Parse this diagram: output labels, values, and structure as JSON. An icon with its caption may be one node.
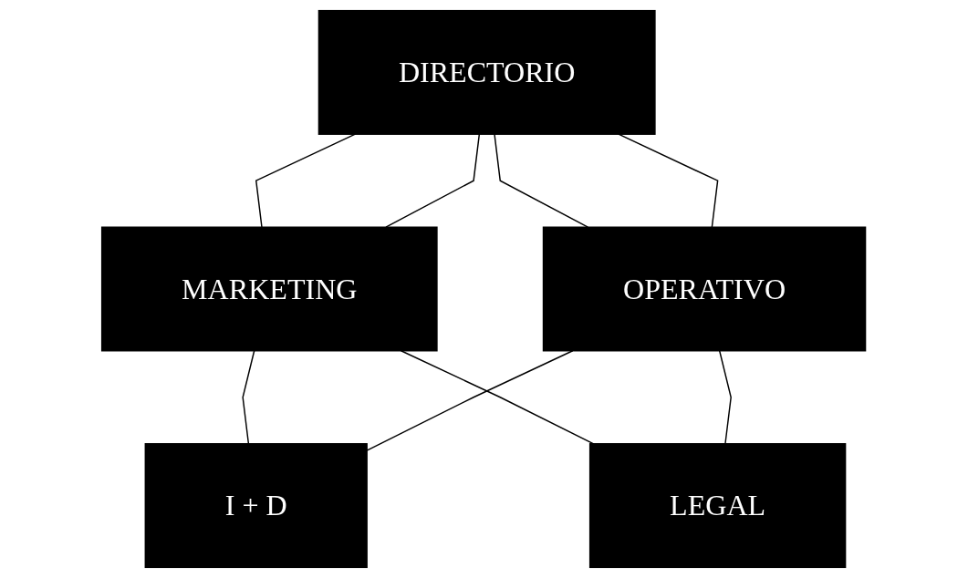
{
  "diagram": {
    "nodes": [
      {
        "text": [
          "DIRECTORIO"
        ]
      },
      {
        "text": [
          "MARKETING"
        ]
      },
      {
        "text": [
          "OPERATIVO"
        ]
      },
      {
        "text": [
          "I + D"
        ]
      },
      {
        "text": [
          "LEGAL"
        ]
      }
    ],
    "edges": [
      {
        "from": 0,
        "to": 1,
        "arrow": "none"
      },
      {
        "from": 0,
        "to": 1,
        "arrow": "none"
      },
      {
        "from": 0,
        "to": 2,
        "arrow": "none"
      },
      {
        "from": 0,
        "to": 2,
        "arrow": "none"
      },
      {
        "from": 1,
        "to": 3,
        "arrow": "none"
      },
      {
        "from": 2,
        "to": 3,
        "arrow": "none"
      },
      {
        "from": 1,
        "to": 4,
        "arrow": "none"
      },
      {
        "from": 2,
        "to": 4,
        "arrow": "none"
      }
    ]
  }
}
